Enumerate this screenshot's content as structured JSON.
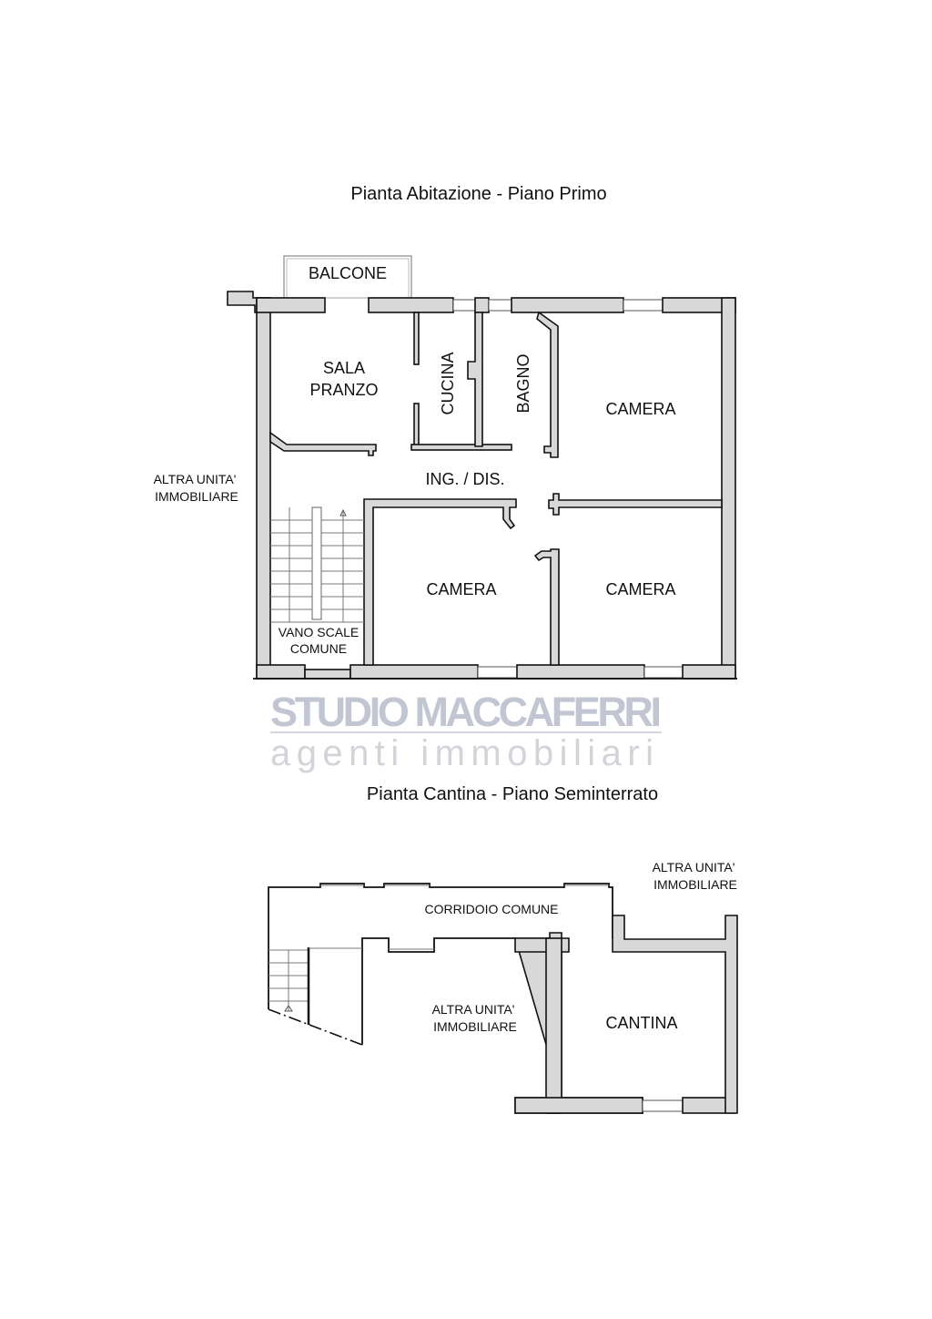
{
  "floor1": {
    "title": "Pianta Abitazione - Piano Primo",
    "rooms": {
      "balcone": "BALCONE",
      "sala_1": "SALA",
      "sala_2": "PRANZO",
      "cucina": "CUCINA",
      "bagno": "BAGNO",
      "camera_1": "CAMERA",
      "ingresso": "ING. / DIS.",
      "camera_2": "CAMERA",
      "camera_3": "CAMERA",
      "scale_1": "VANO SCALE",
      "scale_2": "COMUNE"
    },
    "altra_unita_1": "ALTRA UNITA'",
    "altra_unita_2": "IMMOBILIARE"
  },
  "watermark": {
    "name": "STUDIO MACCAFERRI",
    "tagline": "agenti immobiliari"
  },
  "floor2": {
    "title": "Pianta Cantina - Piano Seminterrato",
    "corridoio": "CORRIDOIO COMUNE",
    "altra_mid_1": "ALTRA UNITA'",
    "altra_mid_2": "IMMOBILIARE",
    "altra_top_1": "ALTRA UNITA'",
    "altra_top_2": "IMMOBILIARE",
    "cantina": "CANTINA"
  }
}
